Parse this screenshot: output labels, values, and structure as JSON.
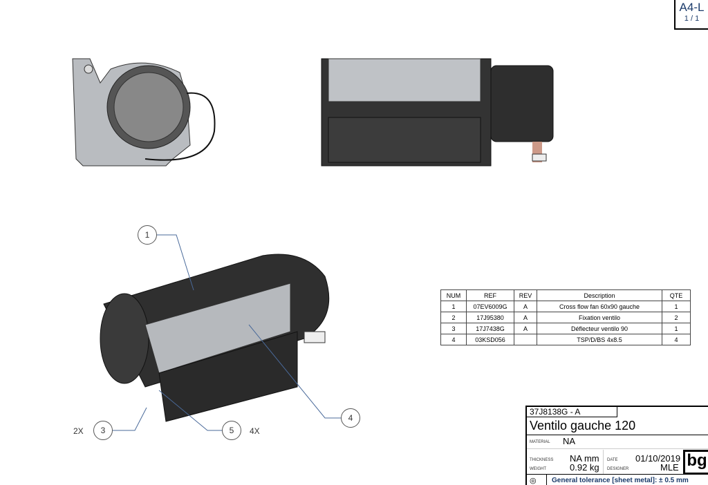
{
  "sheet": {
    "format": "A4-L",
    "page": "1 / 1"
  },
  "bom": {
    "headers": [
      "NUM",
      "REF",
      "REV",
      "Description",
      "QTE"
    ],
    "rows": [
      [
        "1",
        "07EV6009G",
        "A",
        "Cross flow fan 60x90 gauche",
        "1"
      ],
      [
        "2",
        "17J95380",
        "A",
        "Fixation ventilo",
        "2"
      ],
      [
        "3",
        "17J7438G",
        "A",
        "Déflecteur ventilo 90",
        "1"
      ],
      [
        "4",
        "03KSD056",
        "",
        "TSP/D/BS 4x8.5",
        "4"
      ]
    ]
  },
  "callouts": [
    {
      "num": "1"
    },
    {
      "num": "3",
      "qty": "2X"
    },
    {
      "num": "5",
      "qty": "4X"
    },
    {
      "num": "4"
    }
  ],
  "title_block": {
    "ref": "37J8138G - A",
    "title": "Ventilo gauche 120",
    "material_label": "MATERIAL",
    "material": "NA",
    "thickness_label": "THICKNESS",
    "thickness": "NA mm",
    "weight_label": "WEIGHT",
    "weight": "0.92 kg",
    "date_label": "DATE",
    "date": "01/10/2019",
    "designer_label": "DESIGNER",
    "designer": "MLE",
    "tolerance": "General tolerance [sheet metal]: ± 0.5 mm",
    "logo": "bg"
  }
}
